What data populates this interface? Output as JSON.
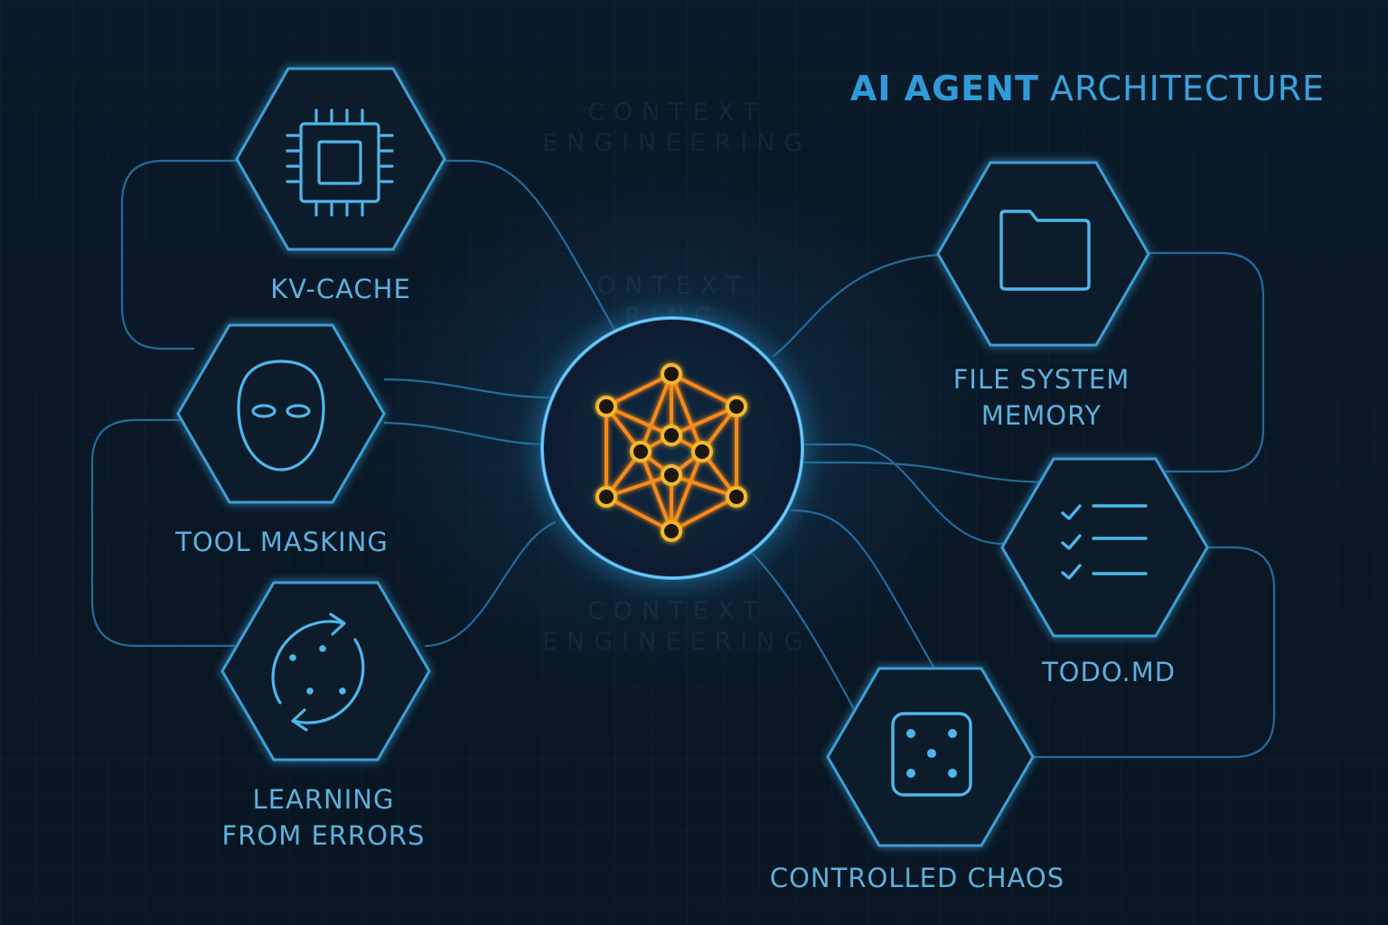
{
  "title": {
    "bold": "AI AGENT",
    "rest": "ARCHITECTURE"
  },
  "watermarks": [
    {
      "line1": "CONTEXT",
      "line2": "ENGINEERING"
    },
    {
      "line1": "ONTEXT",
      "line2": "RING"
    },
    {
      "line1": "CONTEXT",
      "line2": "ENGINEERING"
    }
  ],
  "nodes": {
    "kv_cache": {
      "label": "KV-CACHE",
      "icon": "cpu-chip-icon"
    },
    "tool_masking": {
      "label": "TOOL MASKING",
      "icon": "mask-icon"
    },
    "learning": {
      "line1": "LEARNING",
      "line2": "FROM ERRORS",
      "icon": "refresh-cycle-icon"
    },
    "file_system": {
      "line1": "FILE SYSTEM",
      "line2": "MEMORY",
      "icon": "folder-icon"
    },
    "todo": {
      "label": "TODO.MD",
      "icon": "checklist-icon"
    },
    "chaos": {
      "label": "CONTROLLED CHAOS",
      "icon": "dice-icon"
    },
    "hub": {
      "icon": "network-graph-icon"
    }
  },
  "colors": {
    "background": "#081522",
    "line": "#2e7fb4",
    "accent": "#4fb6ec",
    "hub": "#f58a1f",
    "hub_nodes": "#f5b82a"
  }
}
